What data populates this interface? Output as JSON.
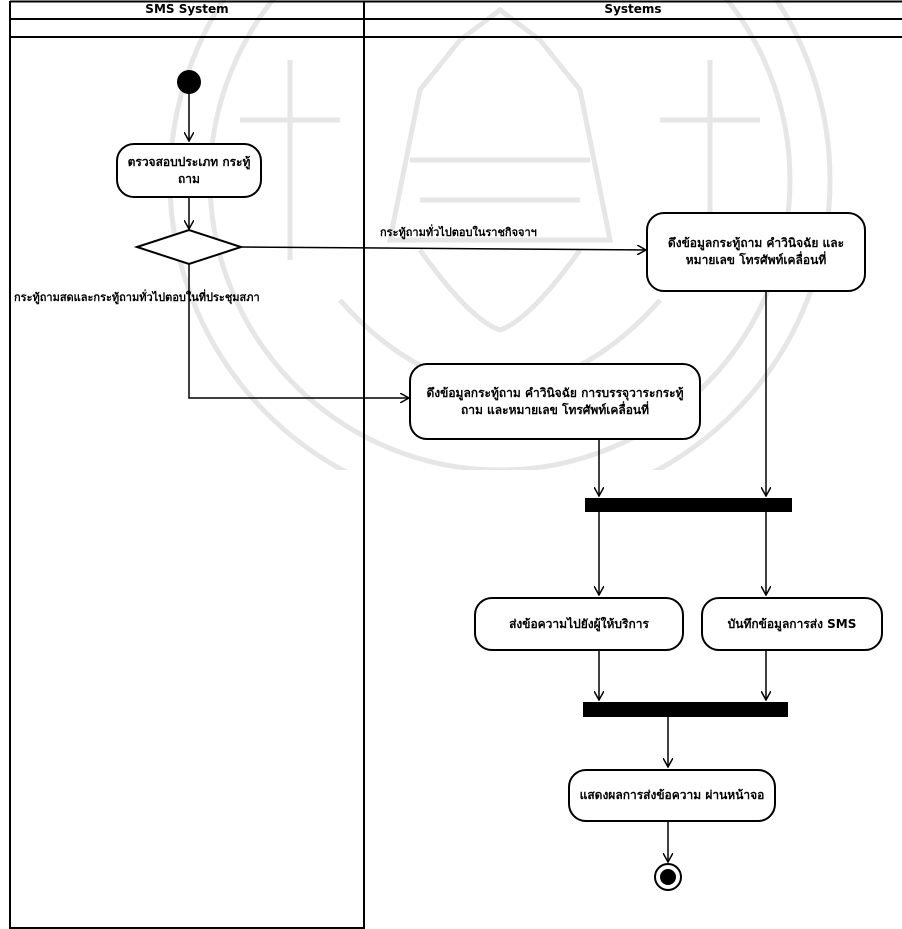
{
  "lanes": {
    "left_title": "SMS System",
    "right_title": "Systems"
  },
  "activities": {
    "check_type": "ตรวจสอบประเภท กระทู้ถาม",
    "fetch_ministry": "ดึงข้อมูลกระทู้ถาม คำวินิจฉัย และหมายเลข โทรศัพท์เคลื่อนที่",
    "fetch_agenda": "ดึงข้อมูลกระทู้ถาม คำวินิจฉัย การบรรจุวาระกระทู้ถาม และหมายเลข โทรศัพท์เคลื่อนที่",
    "send_provider": "ส่งข้อความไปยังผู้ให้บริการ",
    "save_log": "บันทึกข้อมูลการส่ง SMS",
    "show_result": "แสดงผลการส่งข้อความ ผ่านหน้าจอ"
  },
  "guards": {
    "to_gazette": "กระทู้ถามทั่วไปตอบในราชกิจจาฯ",
    "to_meeting": "กระทู้ถามสดและกระทู้ถามทั่วไปตอบในที่ประชุมสภา"
  },
  "colors": {
    "line": "#000000",
    "background": "#ffffff",
    "watermark": "#6a6a6a"
  }
}
